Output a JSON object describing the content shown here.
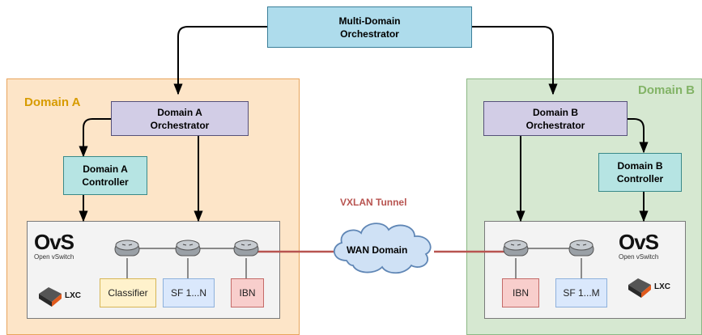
{
  "multi_domain_orchestrator": "Multi-Domain\nOrchestrator",
  "domain_a": {
    "title": "Domain A",
    "orchestrator": "Domain A\nOrchestrator",
    "controller": "Domain A\nController",
    "ovs_logo": "OvS",
    "ovs_caption": "Open vSwitch",
    "lxc_logo": "LXC",
    "functions": [
      "Classifier",
      "SF 1...N",
      "IBN"
    ]
  },
  "domain_b": {
    "title": "Domain B",
    "orchestrator": "Domain B\nOrchestrator",
    "controller": "Domain B\nController",
    "ovs_logo": "OvS",
    "ovs_caption": "Open vSwitch",
    "lxc_logo": "LXC",
    "functions": [
      "IBN",
      "SF 1...M"
    ]
  },
  "tunnel_label": "VXLAN Tunnel",
  "wan_label": "WAN Domain",
  "colors": {
    "domain_a_title": "#d79b00",
    "domain_b_title": "#82b366",
    "tunnel": "#b85450",
    "ovs_accent": "#3bb34a"
  }
}
